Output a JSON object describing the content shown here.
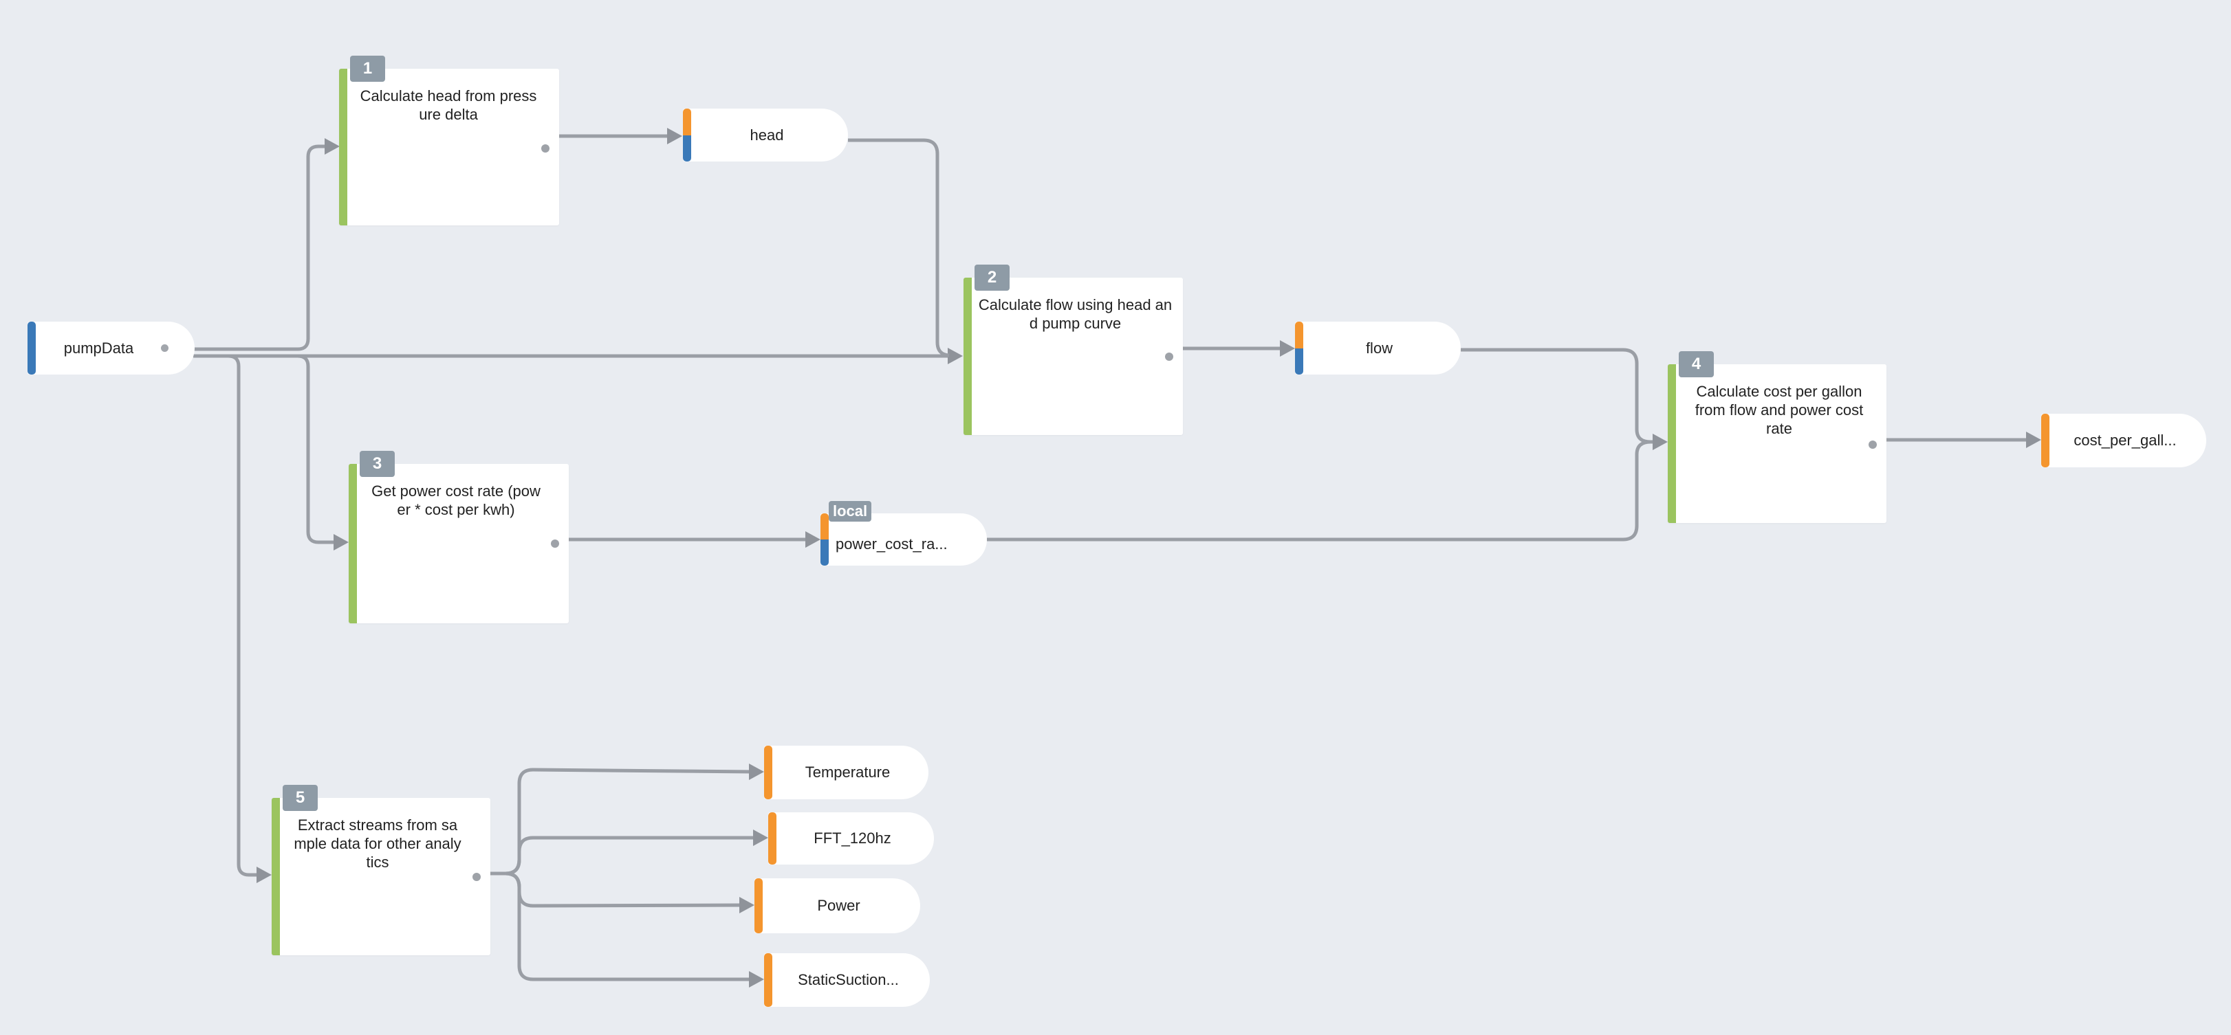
{
  "canvas": {
    "background": "#e9ecf1",
    "colors": {
      "task_accent": "#9bc45f",
      "stream_input": "#f4952e",
      "stream_output": "#3a79b8",
      "badge": "#8e9ba6",
      "edge": "#9a9ea5"
    }
  },
  "source": {
    "label": "pumpData",
    "type": "input-stream"
  },
  "tasks": [
    {
      "number": "1",
      "title": "Calculate head from pressure delta"
    },
    {
      "number": "2",
      "title": "Calculate flow using head and pump curve"
    },
    {
      "number": "3",
      "title": "Get power cost rate (power * cost per kwh)"
    },
    {
      "number": "4",
      "title": "Calculate cost per gallon from flow and power cost rate"
    },
    {
      "number": "5",
      "title": "Extract streams from sample data for other analytics"
    }
  ],
  "streams": {
    "head": {
      "label": "head"
    },
    "flow": {
      "label": "flow"
    },
    "power_cost_rate": {
      "label": "power_cost_ra...",
      "tag": "local"
    },
    "cost_per_gallon": {
      "label": "cost_per_gall..."
    },
    "temperature": {
      "label": "Temperature"
    },
    "fft_120hz": {
      "label": "FFT_120hz"
    },
    "power": {
      "label": "Power"
    },
    "static_suction": {
      "label": "StaticSuction..."
    }
  },
  "edges": [
    {
      "from": "pumpData",
      "to": "task-1"
    },
    {
      "from": "pumpData",
      "to": "task-2"
    },
    {
      "from": "pumpData",
      "to": "task-3"
    },
    {
      "from": "pumpData",
      "to": "task-5"
    },
    {
      "from": "task-1",
      "to": "head"
    },
    {
      "from": "head",
      "to": "task-2"
    },
    {
      "from": "task-2",
      "to": "flow"
    },
    {
      "from": "flow",
      "to": "task-4"
    },
    {
      "from": "task-3",
      "to": "power_cost_rate"
    },
    {
      "from": "power_cost_rate",
      "to": "task-4"
    },
    {
      "from": "task-4",
      "to": "cost_per_gallon"
    },
    {
      "from": "task-5",
      "to": "Temperature"
    },
    {
      "from": "task-5",
      "to": "FFT_120hz"
    },
    {
      "from": "task-5",
      "to": "Power"
    },
    {
      "from": "task-5",
      "to": "StaticSuction"
    }
  ]
}
